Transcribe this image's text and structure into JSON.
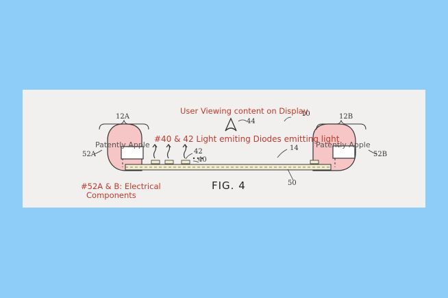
{
  "annotations": {
    "viewing": "User Viewing content on Display",
    "leds": "#40 & 42 Light emiting Diodes emitting light",
    "electrical_line1": "#52A & B: Electrical",
    "electrical_line2": "Components"
  },
  "watermark": "Patently Apple",
  "figure_label": "FIG. 4",
  "reference_numerals": {
    "r12a": "12A",
    "r12b": "12B",
    "r10": "10",
    "r44": "44",
    "r52a": "52A",
    "r52b": "52B",
    "r42": "42",
    "r40": "40",
    "r14": "14",
    "r50": "50"
  },
  "colors": {
    "background": "#8dcdf7",
    "panel": "#f2f0ef",
    "annotation": "#c0392b",
    "component_fill": "#f6c6c6",
    "display_fill": "#f3eccf"
  },
  "icons": [
    "eye-icon",
    "light-emission-arrow-icon"
  ]
}
